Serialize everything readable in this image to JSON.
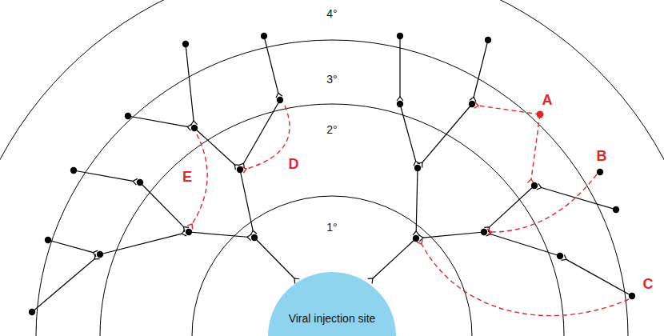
{
  "diagram": {
    "nodes": [
      {
        "text": [
          "Viral injection site"
        ]
      }
    ],
    "labels": [
      "4°",
      "3°",
      "A",
      "2°",
      "B",
      "E",
      "D",
      "1°",
      "C"
    ]
  }
}
